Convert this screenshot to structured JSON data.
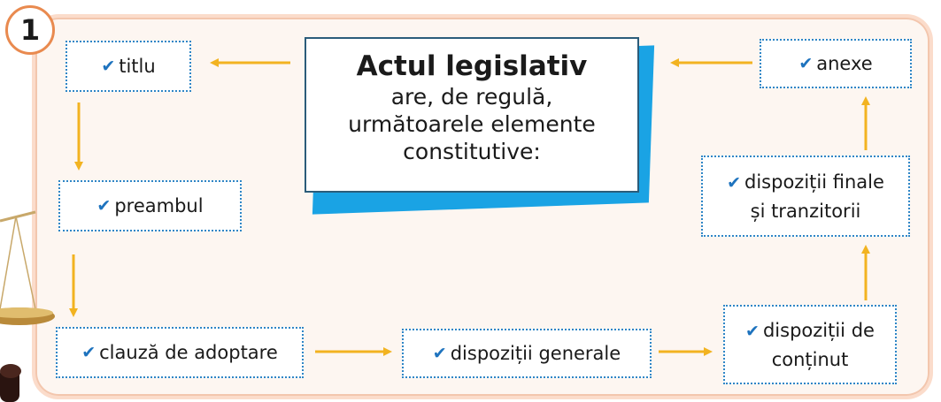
{
  "badge": "1",
  "center": {
    "title": "Actul legislativ",
    "subtitle_lines": [
      "are, de regulă,",
      "următoarele elemente",
      "constitutive:"
    ]
  },
  "check_icon": "✔",
  "items": {
    "titlu": "titlu",
    "preambul": "preambul",
    "clauza": "clauză de adoptare",
    "generale": "dispoziții generale",
    "continut_line1": "dispoziții de",
    "continut_line2": "conținut",
    "finale_line1": "dispoziții finale",
    "finale_line2": "și tranzitorii",
    "anexe": "anexe"
  },
  "colors": {
    "arrow": "#f2b321",
    "box_border": "#2f86c6",
    "accent_shadow": "#1aa3e4",
    "panel_border": "#f3c6ad"
  }
}
